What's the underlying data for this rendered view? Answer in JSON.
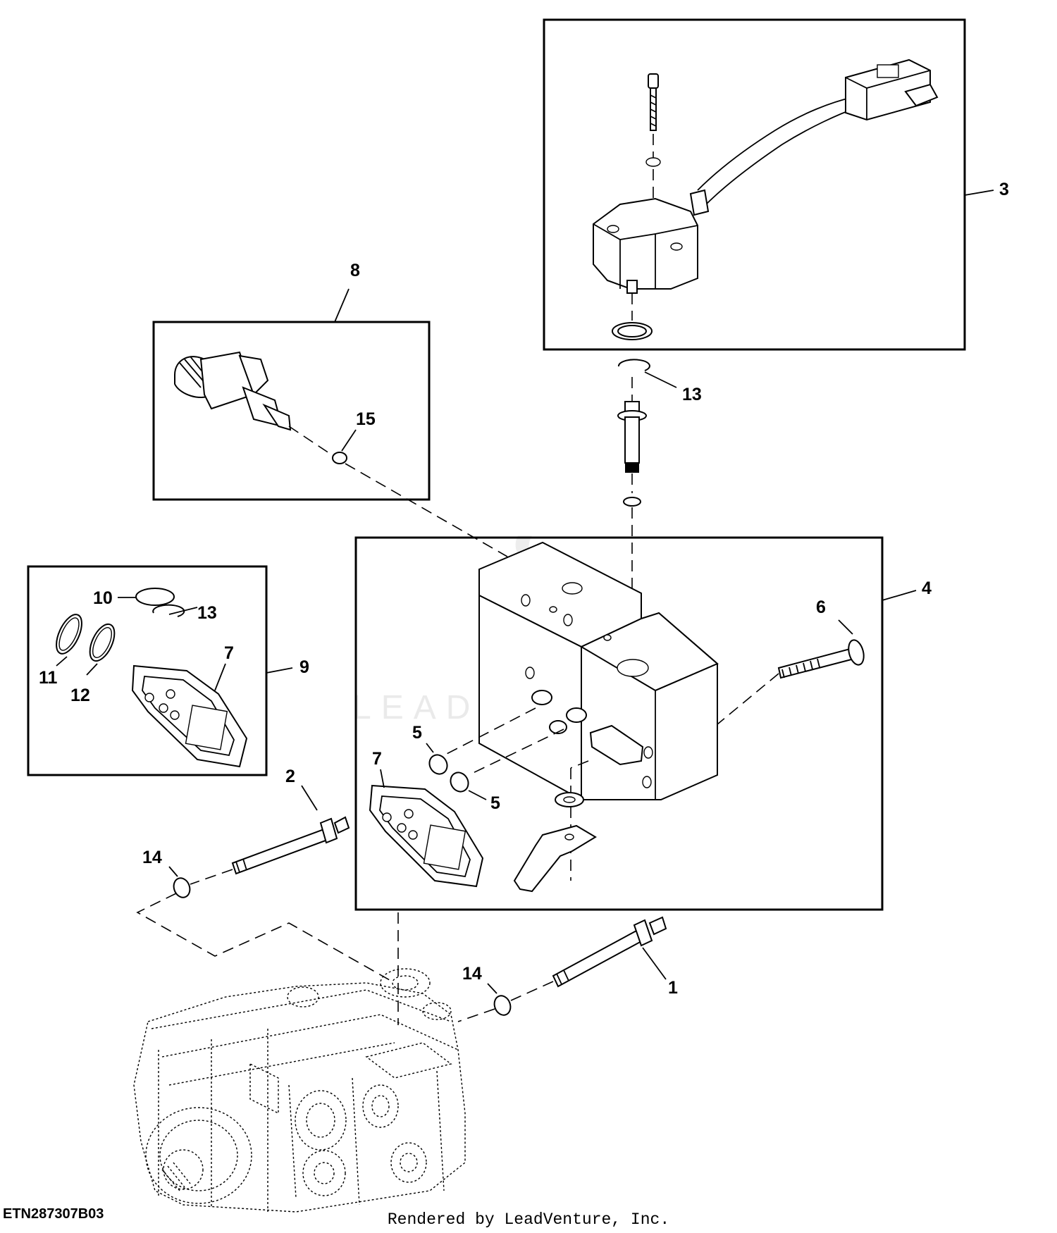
{
  "watermark": "LEADVENTURE",
  "figure_code": "ETN287307B03",
  "credit": "Rendered by LeadVenture, Inc.",
  "callouts": [
    "1",
    "2",
    "3",
    "4",
    "5",
    "5",
    "6",
    "7",
    "7",
    "8",
    "9",
    "10",
    "11",
    "12",
    "13",
    "13",
    "14",
    "14",
    "15"
  ]
}
